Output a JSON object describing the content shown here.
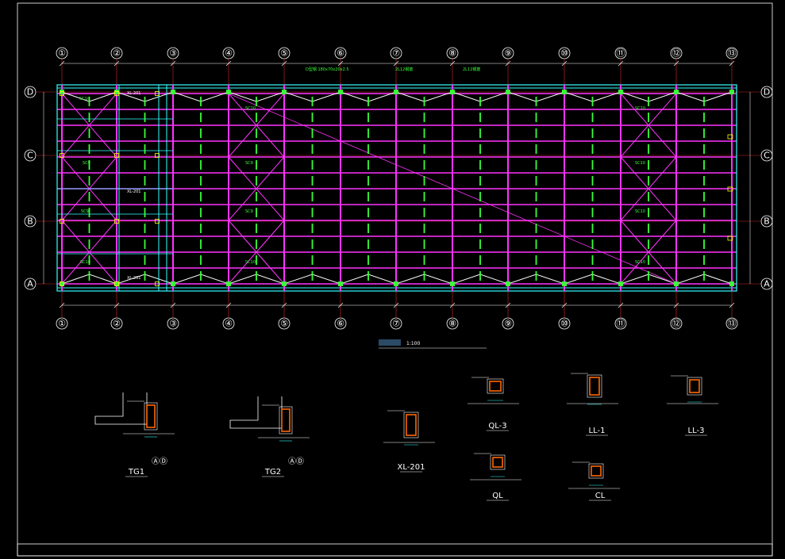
{
  "grid": {
    "columns": [
      "①",
      "②",
      "③",
      "④",
      "⑤",
      "⑥",
      "⑦",
      "⑧",
      "⑨",
      "⑩",
      "⑪",
      "⑫",
      "⑬"
    ],
    "rows": [
      "D",
      "C",
      "B",
      "A"
    ]
  },
  "plan": {
    "scale_label": "1:100",
    "member_labels": [
      "SC9",
      "SC9",
      "SC9",
      "SC9",
      "SC10",
      "SC10",
      "SC10",
      "SC10",
      "SC10",
      "SC10",
      "SC10",
      "SC10"
    ],
    "beam_labels": [
      "XL-201",
      "XL-201",
      "XL-201"
    ],
    "green_callouts": [
      "D型钢 180x70x20x2.5",
      "2L12钢筋",
      "2L12钢筋"
    ]
  },
  "details": [
    {
      "label": "TG1",
      "marker": "ⒶⒹ"
    },
    {
      "label": "TG2",
      "marker": "ⒶⒹ"
    },
    {
      "label": "XL-201",
      "marker": ""
    },
    {
      "label": "QL-3",
      "marker": ""
    },
    {
      "label": "LL-1",
      "marker": ""
    },
    {
      "label": "LL-3",
      "marker": ""
    },
    {
      "label": "QL",
      "marker": ""
    },
    {
      "label": "CL",
      "marker": ""
    }
  ],
  "colors": {
    "background": "#000000",
    "purlin": "#ff33ff",
    "frame": "#ffffff",
    "brace": "#ff33ff",
    "cyan": "#33ffff",
    "green": "#39ff39",
    "red": "#ff3333",
    "orange": "#ff6600",
    "yellow": "#ffff00"
  }
}
